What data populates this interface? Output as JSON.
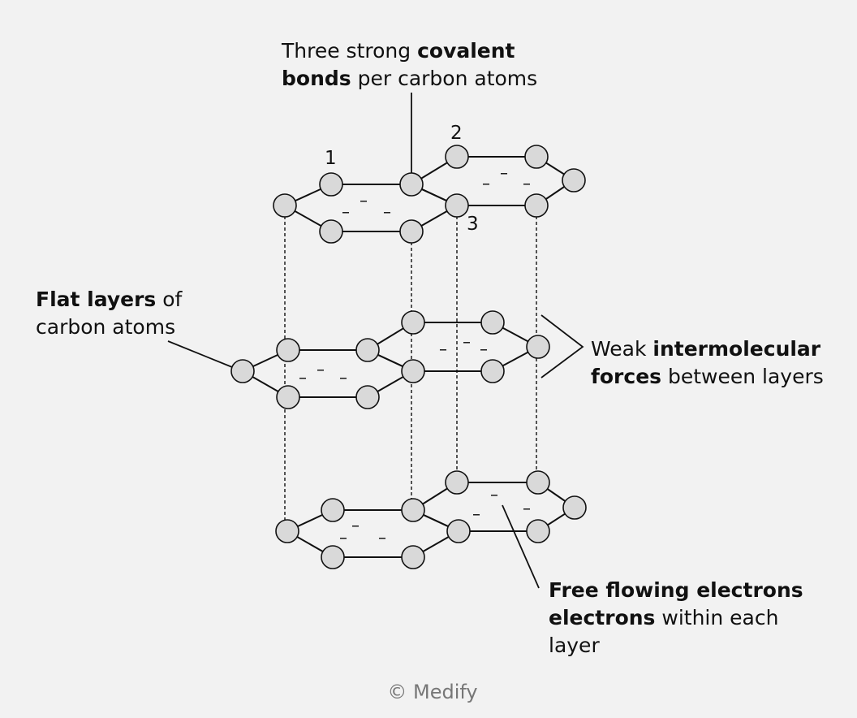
{
  "labels": {
    "covalent": {
      "line1_a": "Three strong ",
      "line1_b": "covalent",
      "line2_a": "bonds",
      "line2_b": " per carbon atoms"
    },
    "flat_layers": {
      "line1_a": "Flat layers",
      "line1_b": " of",
      "line2": "carbon atoms"
    },
    "weak_forces": {
      "line1_a": "Weak ",
      "line1_b": "intermolecular",
      "line2_a": "forces",
      "line2_b": " between layers"
    },
    "free_electrons": {
      "line1": "Free flowing electrons",
      "line2_a": "electrons",
      "line2_b": " within each",
      "line3": "layer"
    }
  },
  "bond_numbers": [
    "1",
    "2",
    "3"
  ],
  "electron_symbol": "–",
  "copyright": "© Medify",
  "colors": {
    "background": "#f2f2f2",
    "atom_fill": "#d9d9d9",
    "line": "#111111",
    "copyright": "#777777"
  }
}
